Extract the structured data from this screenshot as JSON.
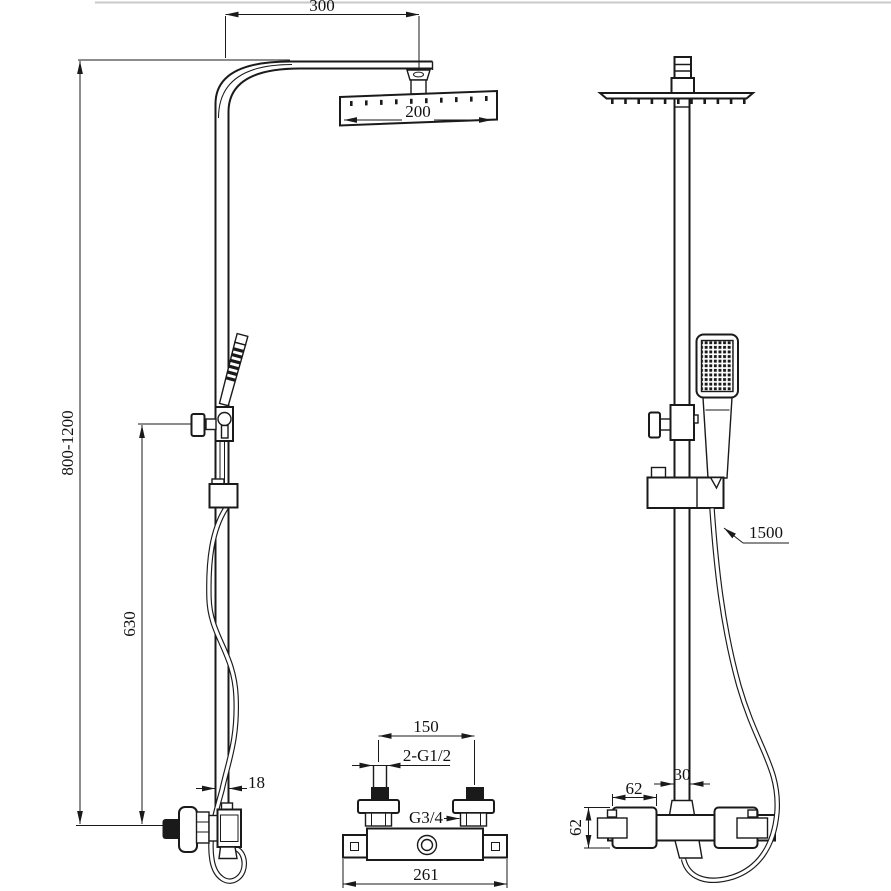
{
  "drawing": {
    "kind": "shower system dimensional technical drawing",
    "background": "#ffffff",
    "line_color": "#1a1a1a",
    "dims": {
      "front": {
        "arm_offset": "300",
        "head_width": "200",
        "height_range": "800-1200",
        "lower_section": "630",
        "pipe_diameter": "18"
      },
      "side": {
        "hose_length": "1500",
        "valve_plate_width": "62",
        "valve_plate_height": "62",
        "riser_depth": "30"
      },
      "valve": {
        "inlet_spacing": "150",
        "inlet_thread": "2-G1/2",
        "outlet_thread": "G3/4",
        "overall_width": "261"
      }
    }
  }
}
